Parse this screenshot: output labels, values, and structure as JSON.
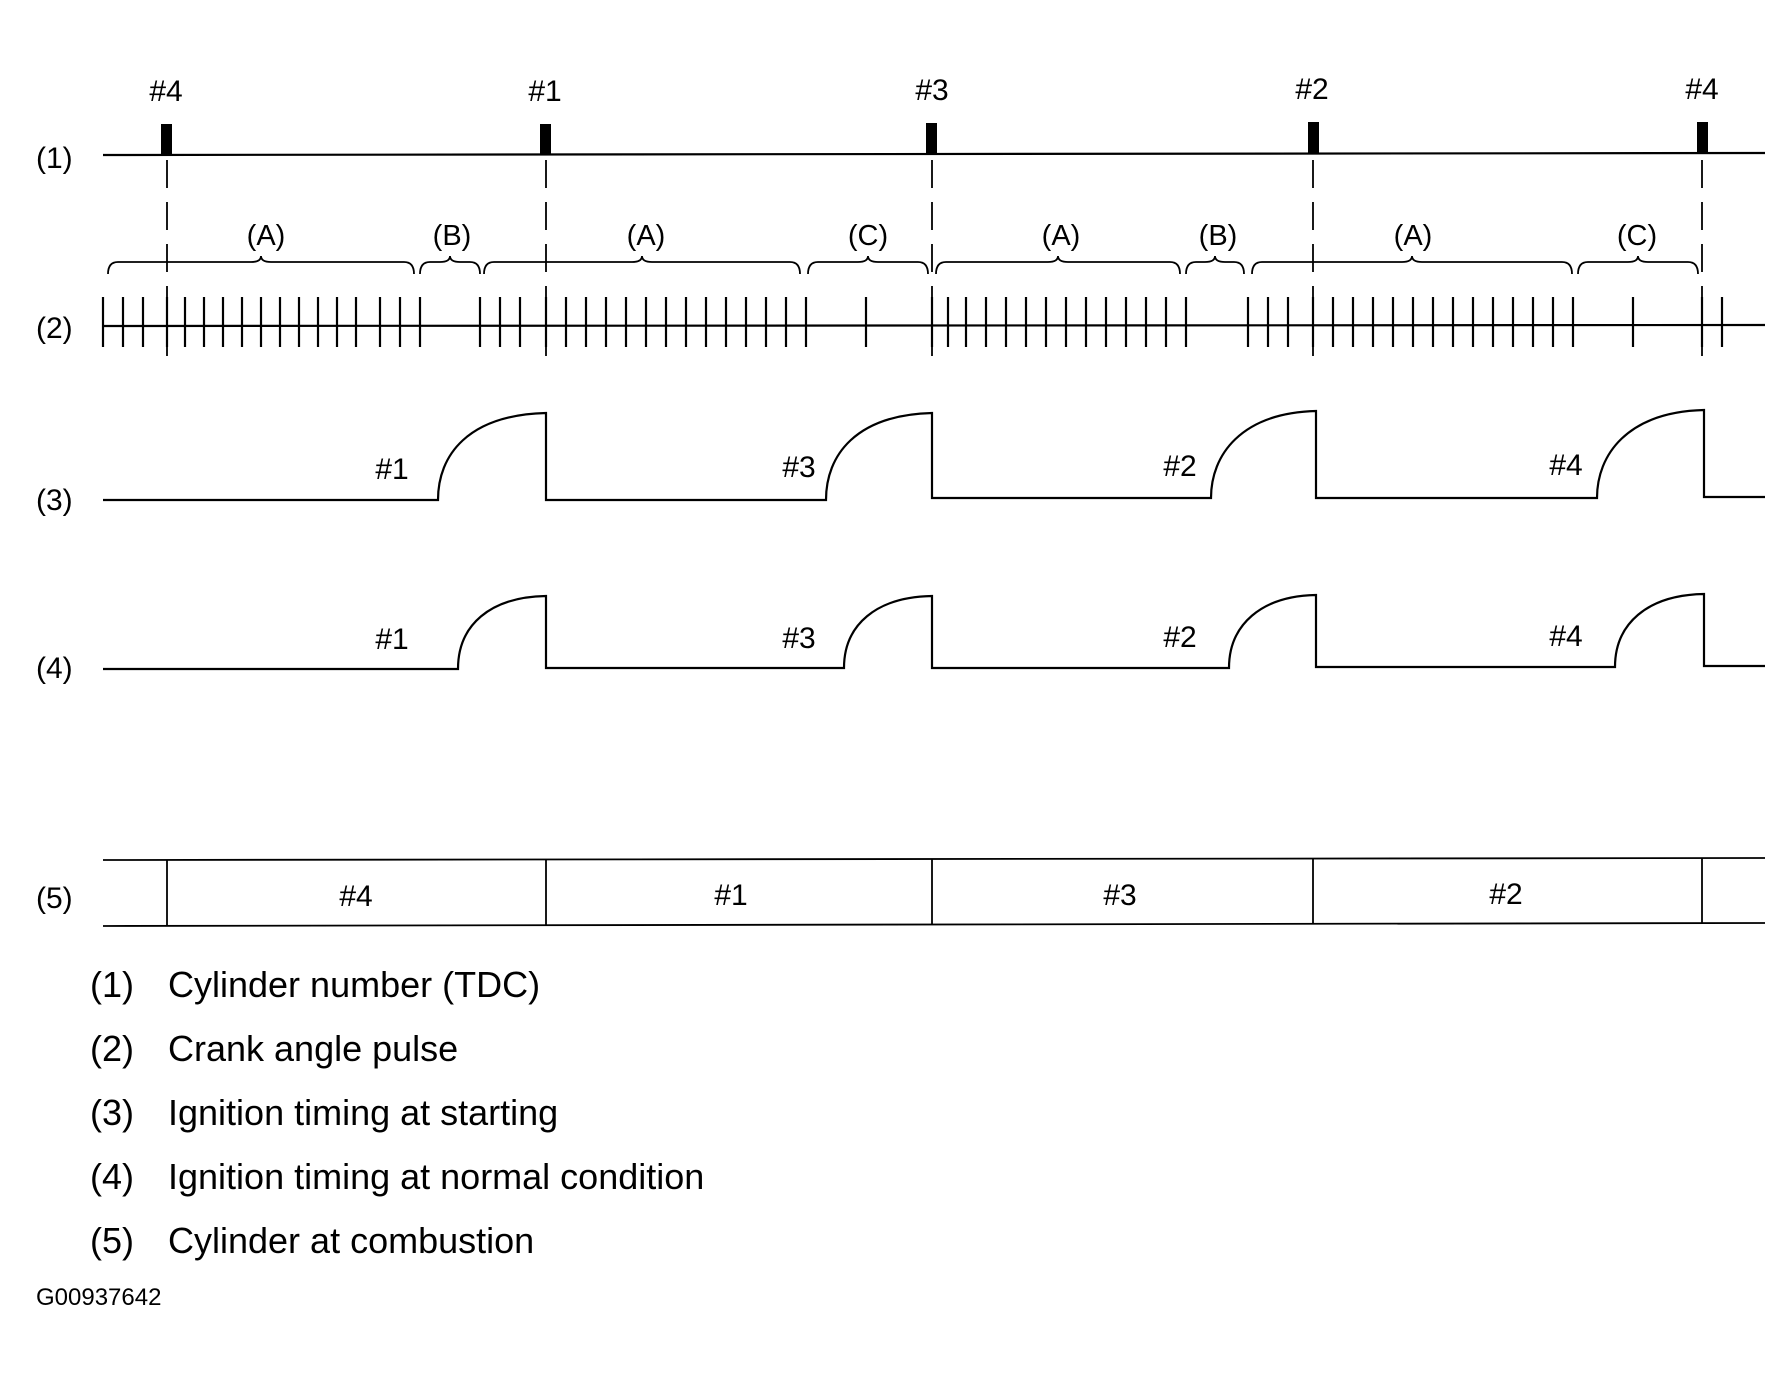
{
  "rows": [
    {
      "id": "1",
      "label": "(1)"
    },
    {
      "id": "2",
      "label": "(2)"
    },
    {
      "id": "3",
      "label": "(3)"
    },
    {
      "id": "4",
      "label": "(4)"
    },
    {
      "id": "5",
      "label": "(5)"
    }
  ],
  "tdc_markers": [
    "#4",
    "#1",
    "#3",
    "#2",
    "#4"
  ],
  "segments": [
    "(A)",
    "(B)",
    "(A)",
    "(C)",
    "(A)",
    "(B)",
    "(A)",
    "(C)"
  ],
  "ignition_start": [
    "#1",
    "#3",
    "#2",
    "#4"
  ],
  "ignition_normal": [
    "#1",
    "#3",
    "#2",
    "#4"
  ],
  "combustion": [
    "#4",
    "#1",
    "#3",
    "#2"
  ],
  "legend": [
    {
      "num": "(1)",
      "text": "Cylinder number (TDC)"
    },
    {
      "num": "(2)",
      "text": "Crank angle pulse"
    },
    {
      "num": "(3)",
      "text": "Ignition timing at starting"
    },
    {
      "num": "(4)",
      "text": "Ignition timing at normal condition"
    },
    {
      "num": "(5)",
      "text": "Cylinder at combustion"
    }
  ],
  "figure_id": "G00937642"
}
